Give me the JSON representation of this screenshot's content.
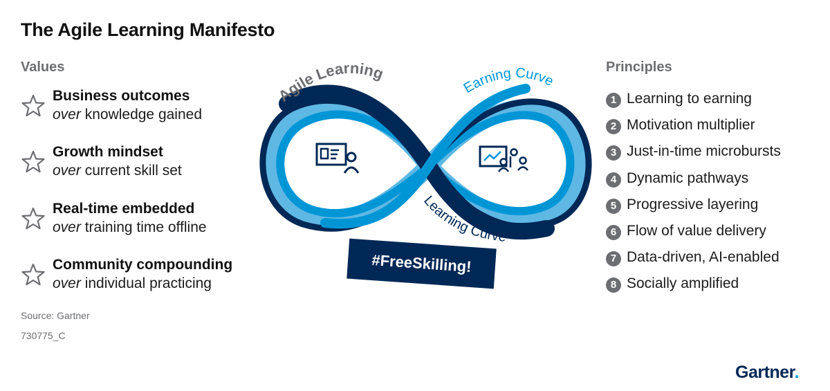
{
  "title": "The Agile Learning Manifesto",
  "values": {
    "heading": "Values",
    "items": [
      {
        "title": "Business outcomes",
        "over": "over",
        "rest": "knowledge gained"
      },
      {
        "title": "Growth mindset",
        "over": "over",
        "rest": "current skill set"
      },
      {
        "title": "Real-time embedded",
        "over": "over",
        "rest": "training time offline"
      },
      {
        "title": "Community compounding",
        "over": "over",
        "rest": "individual practicing"
      }
    ]
  },
  "principles": {
    "heading": "Principles",
    "items": [
      {
        "num": "1",
        "label": "Learning to earning"
      },
      {
        "num": "2",
        "label": "Motivation multiplier"
      },
      {
        "num": "3",
        "label": "Just-in-time microbursts"
      },
      {
        "num": "4",
        "label": "Dynamic pathways"
      },
      {
        "num": "5",
        "label": "Progressive layering"
      },
      {
        "num": "6",
        "label": "Flow of value delivery"
      },
      {
        "num": "7",
        "label": "Data-driven, AI-enabled"
      },
      {
        "num": "8",
        "label": "Socially amplified"
      }
    ]
  },
  "diagram": {
    "agile_learning": "Agile Learning",
    "earning_curve": "Earning Curve",
    "learning_curve": "Learning Curve",
    "badge": "#FreeSkilling!",
    "left_icon": "certificate-learner-icon",
    "right_icon": "growth-chart-team-icon"
  },
  "source": "Source: Gartner",
  "code": "730775_C",
  "logo": {
    "text": "Gartner",
    "dot": "."
  },
  "colors": {
    "navy": "#002856",
    "blue": "#0096d6",
    "light_blue": "#5fb8e4",
    "gray": "#6d6e71"
  }
}
